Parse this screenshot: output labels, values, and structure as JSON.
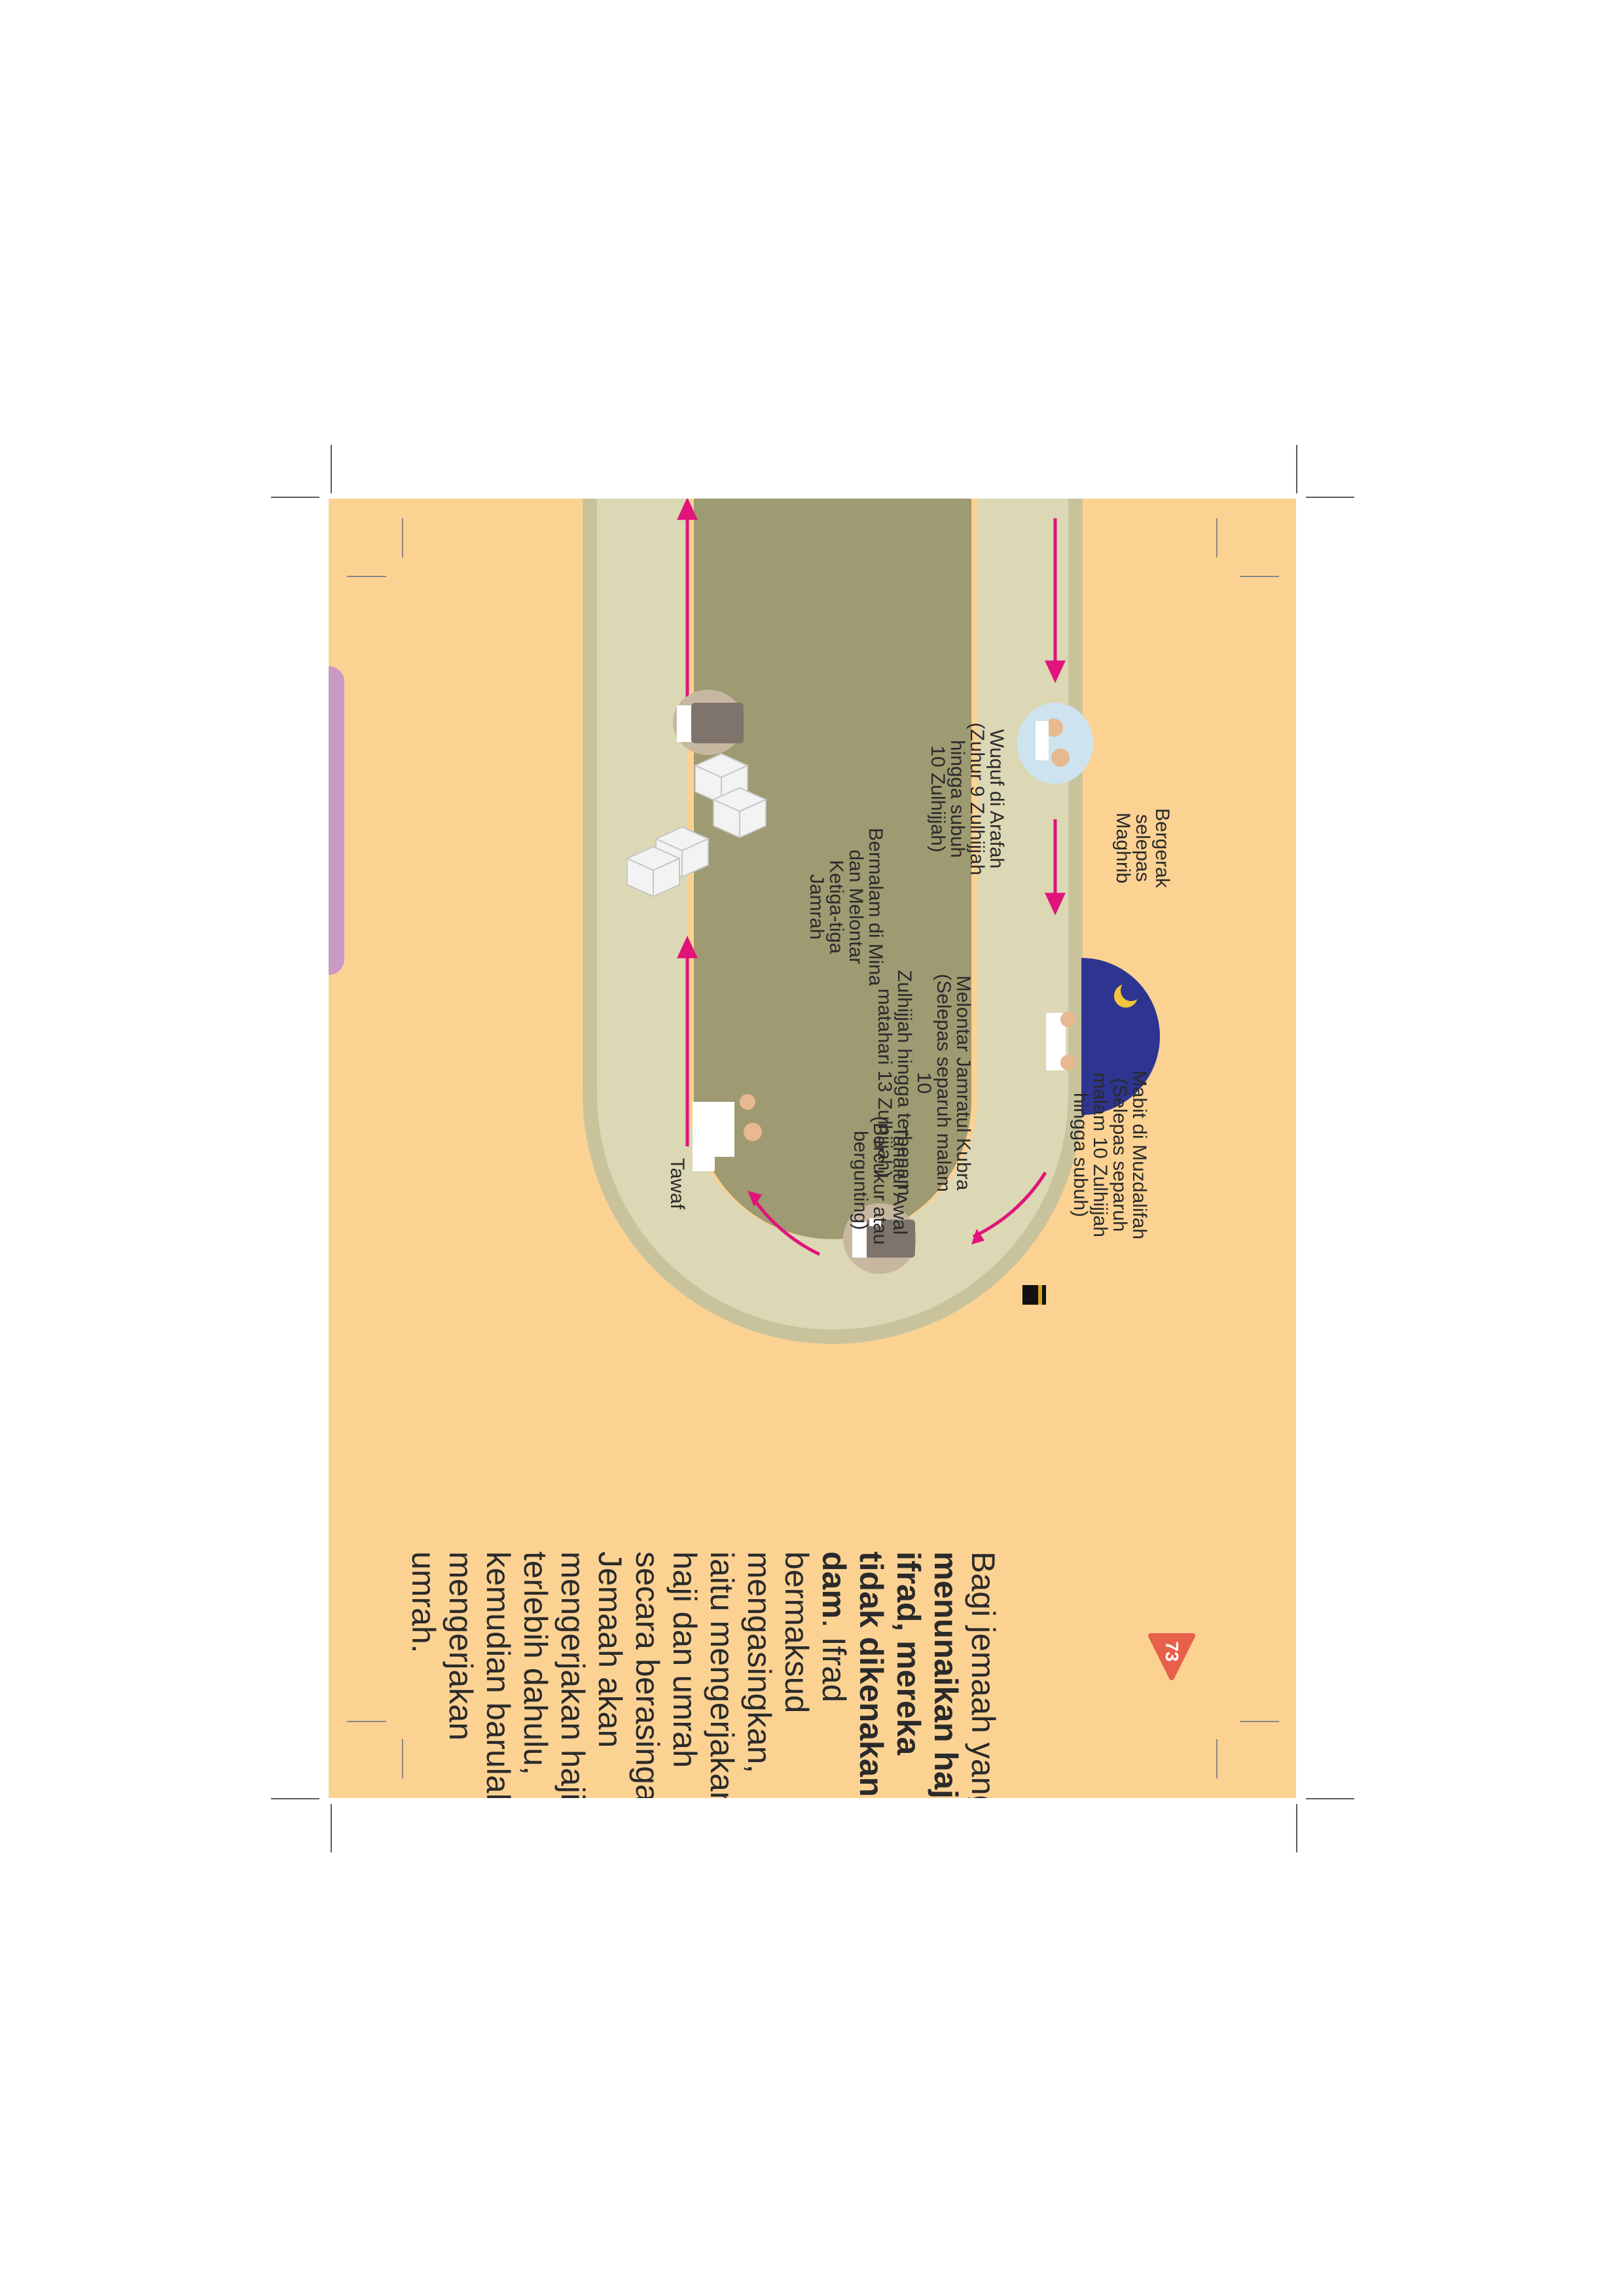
{
  "labels": {
    "bergerak": "Bergerak\nselepas\nMaghrib",
    "wuquf": "Wuquf di Arafah\n(Zuhur 9 Zulhijjah\nhingga subuh\n10 Zulhijjah)",
    "mabit": "Mabit di Muzdalifah\n(Selepas separuh\nmalam 10 Zulhijjah\nhingga subuh)",
    "melontar": "Melontar Jamratul Kubra\n(Selepas separuh malam 10\nZulhijjah hingga terbenam\nmatahari 13 Zulhijjah)",
    "tahalul": "Tahalul Awal\n(Bercukur atau\nbergunting)",
    "bermalam": "Bermalam di Mina\ndan Melontar\nKetiga-tiga\nJamrah",
    "tawaf_partial": "Tawaf"
  },
  "paragraph": {
    "intro": "Bagi jemaah yang ",
    "bold": "menunaikan haji ifrad, mereka tidak dikenakan dam",
    "after_bold": ".",
    "rest": " Ifrad bermaksud mengasingkan, iaitu mengerjakan haji dan umrah secara berasingan. Jemaah akan mengerjakan haji terlebih dahulu, kemudian barulah mengerjakan umrah."
  },
  "page_number": "73",
  "colors": {
    "page_bg": "#fcd293",
    "road": "#dcd7b4",
    "road_edge": "#9e9a72",
    "arrow": "#e0147a",
    "night": "#2e3590",
    "tab": "#c99ac4",
    "badge": "#e8604a"
  }
}
